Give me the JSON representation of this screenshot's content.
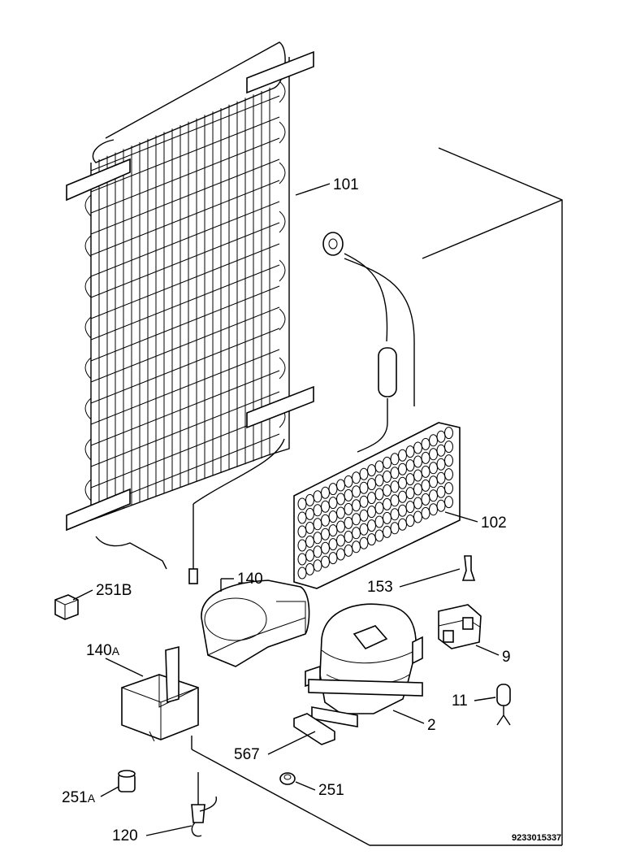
{
  "diagram": {
    "drawing_number": "9233015337",
    "labels": [
      {
        "id": "101",
        "text": "101",
        "part": "condenser"
      },
      {
        "id": "102",
        "text": "102",
        "part": "evaporator"
      },
      {
        "id": "140",
        "text": "140",
        "part": "drip-tray"
      },
      {
        "id": "140A",
        "text": "140",
        "suffix": "A",
        "part": "bracket"
      },
      {
        "id": "251B",
        "text": "251B",
        "part": "clip"
      },
      {
        "id": "251A",
        "text": "251",
        "suffix": "A",
        "part": "grommet"
      },
      {
        "id": "251",
        "text": "251",
        "part": "grommet-small"
      },
      {
        "id": "153",
        "text": "153",
        "part": "clip-small"
      },
      {
        "id": "9",
        "text": "9",
        "part": "relay"
      },
      {
        "id": "11",
        "text": "11",
        "part": "capacitor"
      },
      {
        "id": "2",
        "text": "2",
        "part": "compressor"
      },
      {
        "id": "567",
        "text": "567",
        "part": "mounting-plate"
      },
      {
        "id": "120",
        "text": "120",
        "part": "thermostat-probe"
      }
    ]
  }
}
